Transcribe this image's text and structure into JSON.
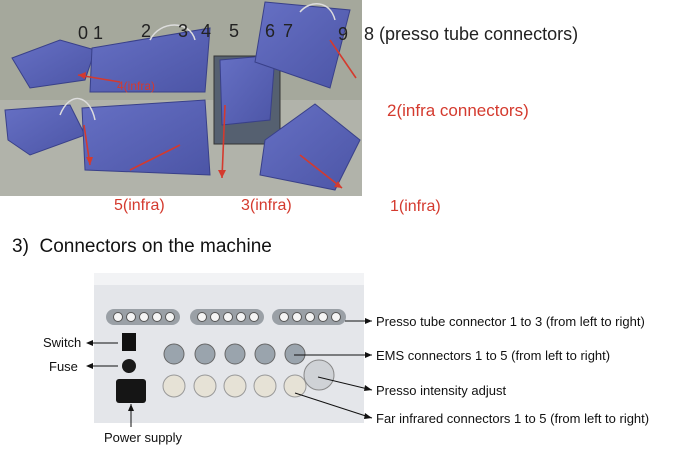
{
  "top_figure": {
    "numbers": [
      "0",
      "1",
      "2",
      "3",
      "4",
      "5",
      "6",
      "7",
      "9",
      "8"
    ],
    "presso_label": "(presso tube connectors)",
    "infra_labels": {
      "infra_2": "2(infra connectors)",
      "infra_5": "5(infra)",
      "infra_3": "3(infra)",
      "infra_1": "1(infra)",
      "infra_4": "4(infra)"
    }
  },
  "section": {
    "number": "3)",
    "title": "Connectors on the machine"
  },
  "machine_figure": {
    "left_labels": {
      "switch": "Switch",
      "fuse": "Fuse",
      "power_supply": "Power supply"
    },
    "right_labels": {
      "presso_tube": "Presso tube connector 1 to 3 (from left to right)",
      "ems": "EMS connectors 1 to 5 (from left to right)",
      "presso_intensity": "Presso intensity adjust",
      "far_infrared": "Far infrared connectors 1 to 5 (from left to right)"
    }
  },
  "colors": {
    "annotation_red": "#d43a2e",
    "garment_blue": "#5a64b8",
    "panel_gray": "#e8eaee"
  }
}
